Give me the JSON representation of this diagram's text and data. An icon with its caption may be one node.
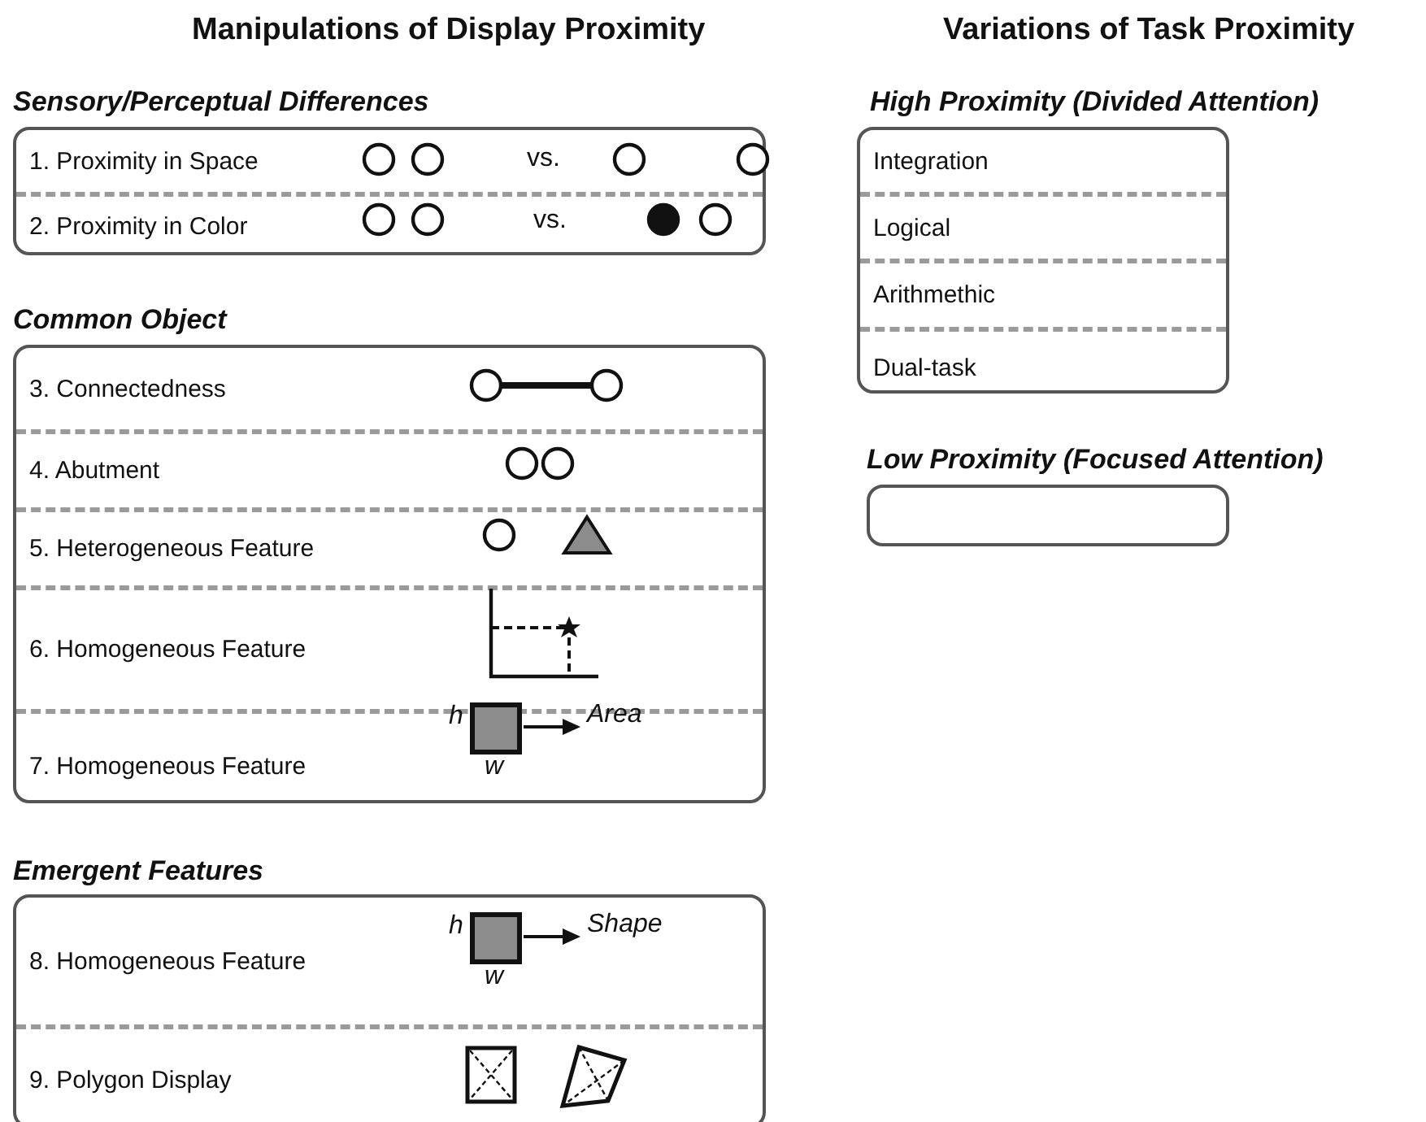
{
  "diagram": {
    "nodes": [
      {
        "text": [
          "Sensory/Perceptual Differences",
          "1. Proximity in Space",
          "2. Proximity in Color"
        ]
      },
      {
        "text": [
          "Common Object",
          "3. Connectedness",
          "4. Abutment",
          "5. Heterogeneous Feature",
          "6. Homogeneous Feature",
          "7. Homogeneous Feature"
        ]
      },
      {
        "text": [
          "Emergent Features",
          "8. Homogeneous Feature",
          "9. Polygon Display"
        ]
      },
      {
        "text": [
          "High Proximity (Divided Attention)",
          "Integration",
          "Logical",
          "Arithmethic",
          "Dual-task"
        ]
      },
      {
        "text": [
          "Low Proximity (Focused Attention)"
        ]
      }
    ],
    "edges": [],
    "labels": [
      "Manipulations of Display Proximity",
      "Variations of Task Proximity",
      "vs.",
      "vs.",
      "h",
      "Area",
      "w",
      "h",
      "Shape",
      "w"
    ]
  }
}
